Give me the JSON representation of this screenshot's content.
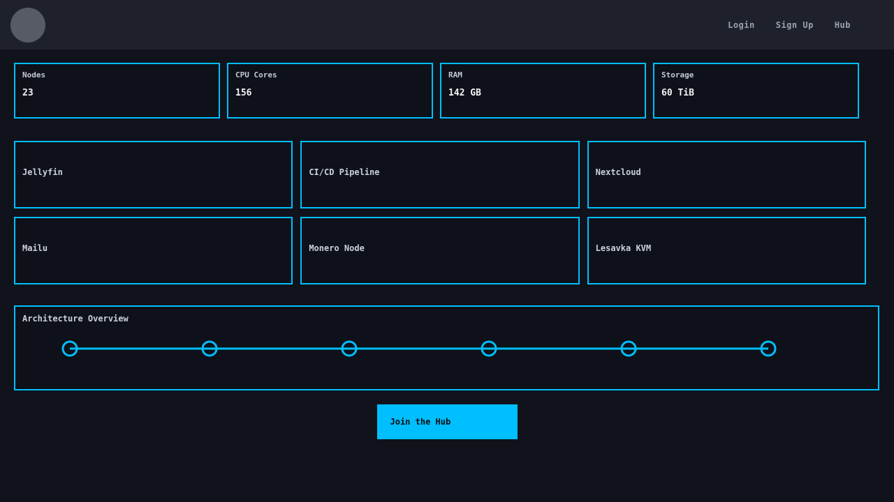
{
  "colors": {
    "accent": "#00bfff",
    "page_bg": "#10131c",
    "navbar_bg": "#1e212b",
    "card_bg": "#0e1119"
  },
  "navbar": {
    "links": [
      {
        "label": "Login"
      },
      {
        "label": "Sign Up"
      },
      {
        "label": "Hub"
      }
    ]
  },
  "stats": [
    {
      "label": "Nodes",
      "value": "23"
    },
    {
      "label": "CPU Cores",
      "value": "156"
    },
    {
      "label": "RAM",
      "value": "142 GB"
    },
    {
      "label": "Storage",
      "value": "60 TiB"
    }
  ],
  "services": [
    {
      "name": "Jellyfin"
    },
    {
      "name": "CI/CD Pipeline"
    },
    {
      "name": "Nextcloud"
    },
    {
      "name": "Mailu"
    },
    {
      "name": "Monero Node"
    },
    {
      "name": "Lesavka KVM"
    }
  ],
  "overview": {
    "title": "Architecture Overview",
    "node_count": 6
  },
  "cta": {
    "label": "Join the Hub"
  }
}
